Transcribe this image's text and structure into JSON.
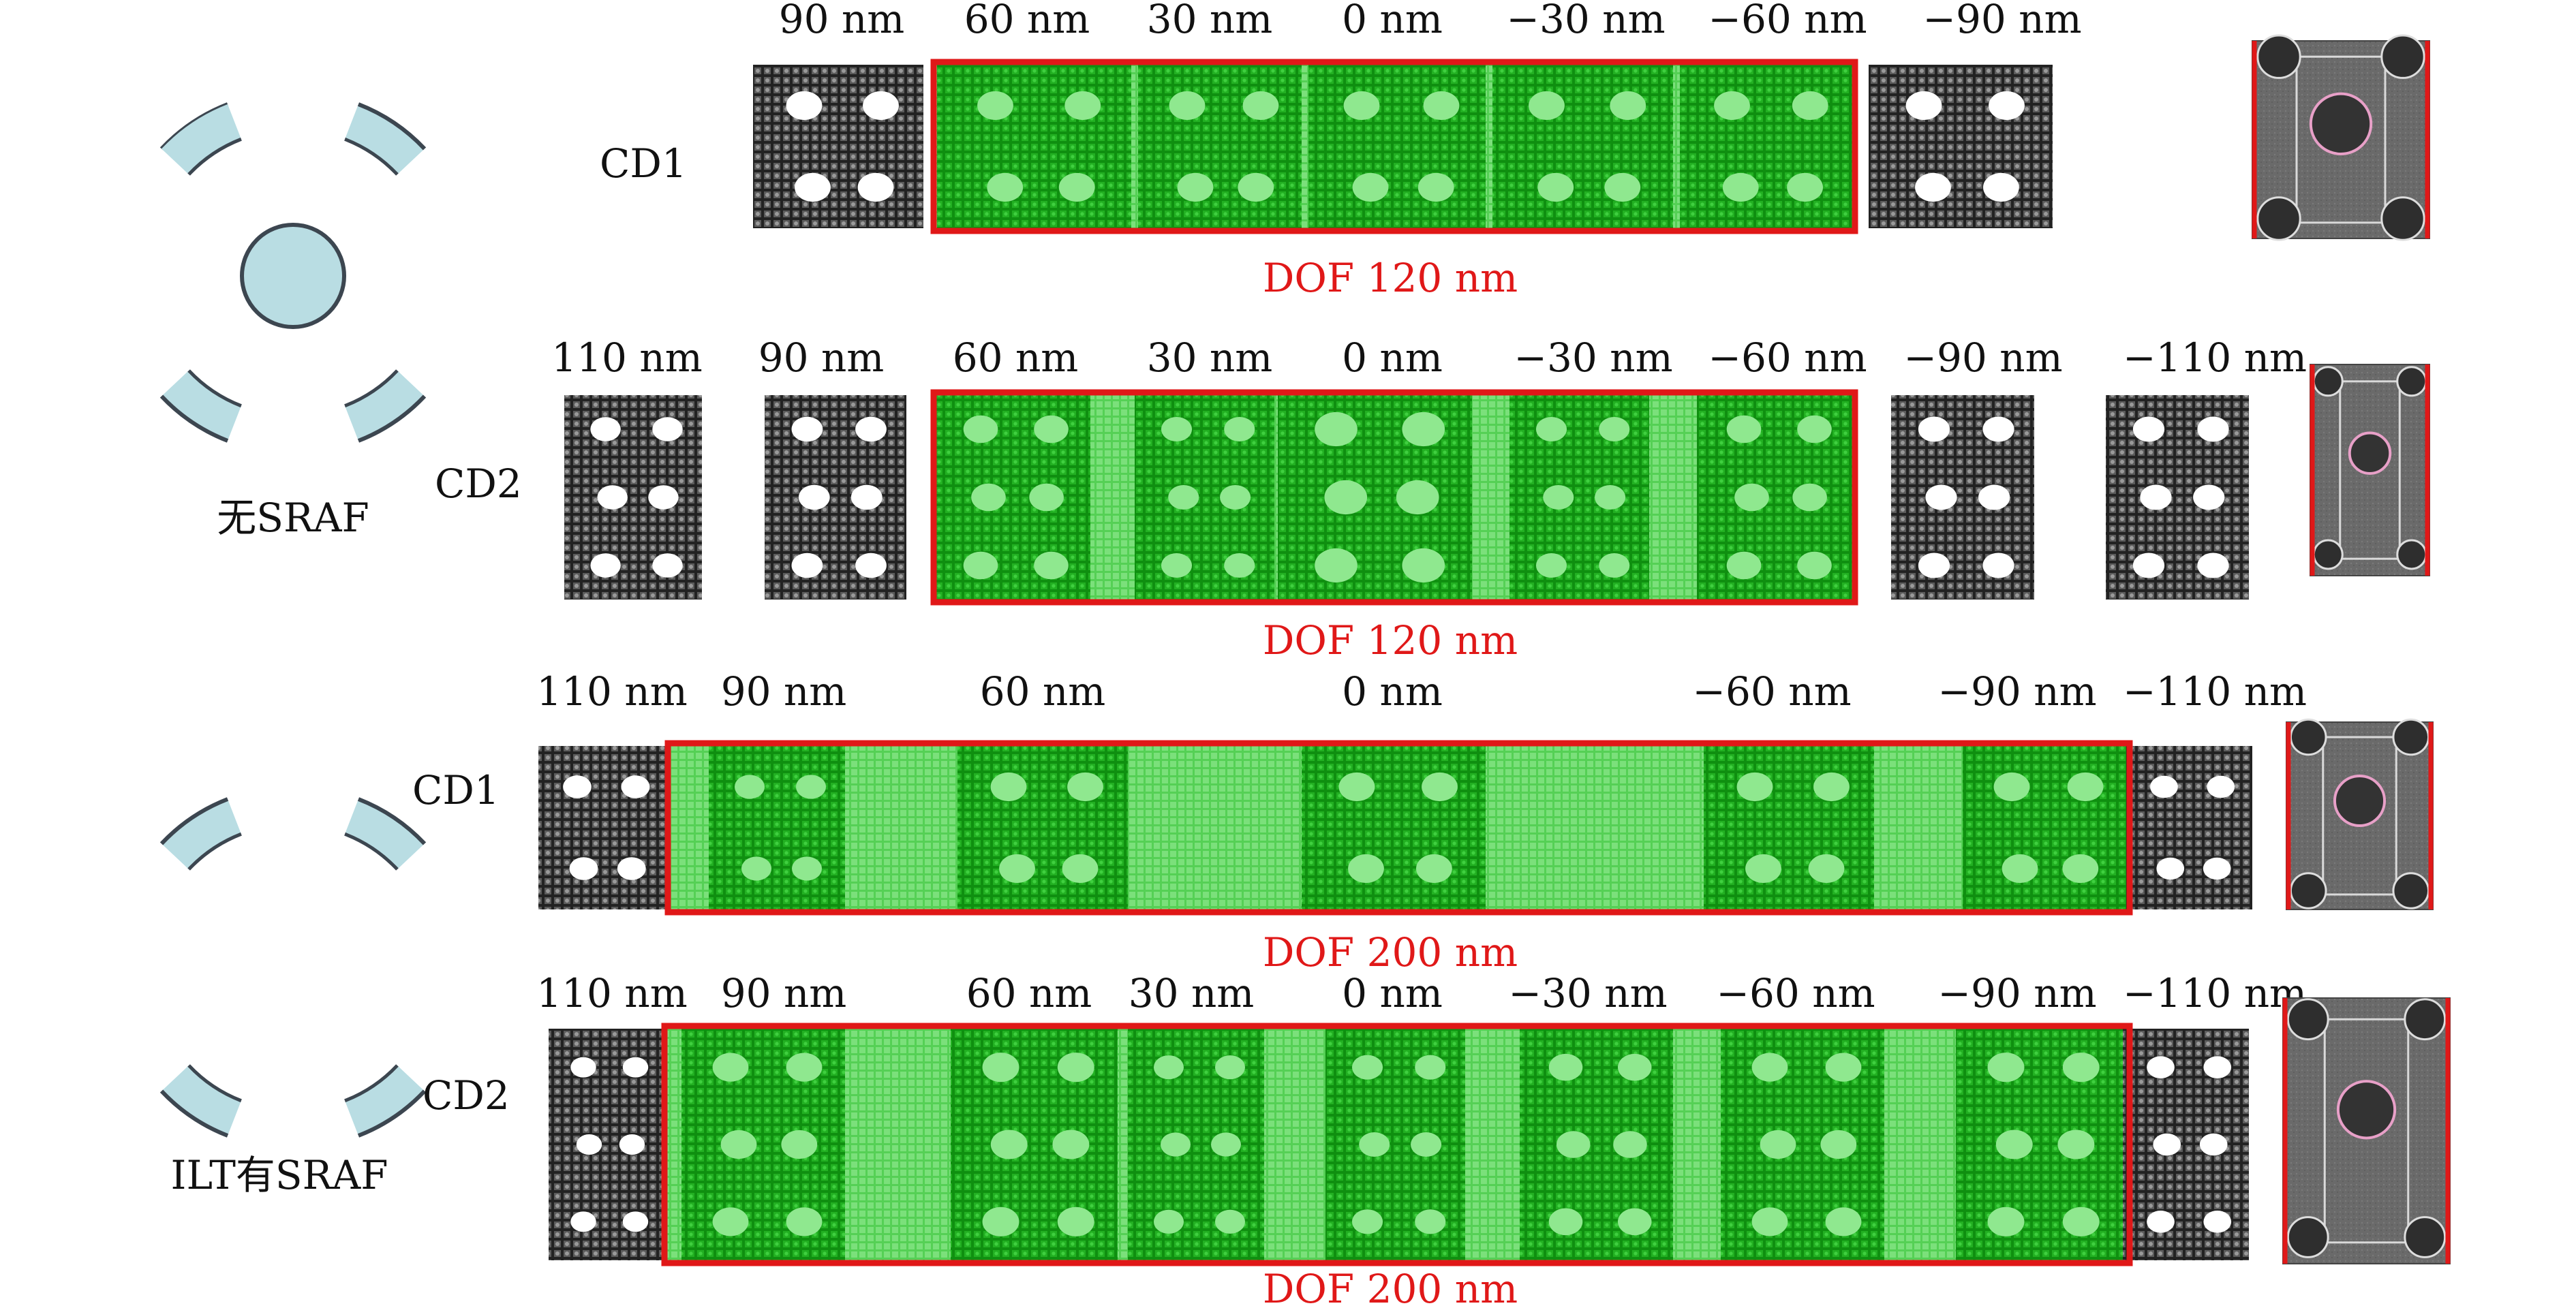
{
  "figure": {
    "colors": {
      "source_fill": "#b9dde3",
      "source_stroke": "#3c4650",
      "pass_band": "#139a13",
      "dof_frame": "#e01818",
      "dof_text": "#e01818",
      "fail_tile": "#2a2a2a",
      "sem": "#6d6d6d"
    },
    "sources": [
      {
        "type": "annular-quadrupole-with-center",
        "label": "无SRAF"
      },
      {
        "type": "annular-quadrupole",
        "label": "ILT有SRAF"
      }
    ],
    "rows": [
      {
        "cd": "CD1",
        "source_group": 0,
        "focus_labels": [
          "90 nm",
          "60 nm",
          "30 nm",
          "0 nm",
          "−30 nm",
          "−60 nm",
          "−90 nm"
        ],
        "in_window": [
          false,
          true,
          true,
          true,
          true,
          true,
          false
        ],
        "dof": "DOF 120 nm",
        "sem_icon": "sem-contact-hole-icon"
      },
      {
        "cd": "CD2",
        "source_group": 0,
        "focus_labels": [
          "110 nm",
          "90 nm",
          "60 nm",
          "30 nm",
          "0 nm",
          "−30 nm",
          "−60 nm",
          "−90 nm",
          "−110 nm"
        ],
        "in_window": [
          false,
          false,
          true,
          true,
          true,
          true,
          true,
          false,
          false
        ],
        "dof": "DOF 120 nm",
        "sem_icon": "sem-contact-hole-icon"
      },
      {
        "cd": "CD1",
        "source_group": 1,
        "focus_labels": [
          "110 nm",
          "90 nm",
          "60 nm",
          "0 nm",
          "−60 nm",
          "−90 nm",
          "−110 nm"
        ],
        "in_window": [
          false,
          true,
          true,
          true,
          true,
          true,
          false
        ],
        "dof": "DOF 200 nm",
        "sem_icon": "sem-contact-hole-icon"
      },
      {
        "cd": "CD2",
        "source_group": 1,
        "focus_labels": [
          "110 nm",
          "90 nm",
          "60 nm",
          "30 nm",
          "0 nm",
          "−30 nm",
          "−60 nm",
          "−90 nm",
          "−110 nm"
        ],
        "in_window": [
          false,
          true,
          true,
          true,
          true,
          true,
          true,
          true,
          false
        ],
        "dof": "DOF 200 nm",
        "sem_icon": "sem-contact-hole-icon"
      }
    ]
  }
}
